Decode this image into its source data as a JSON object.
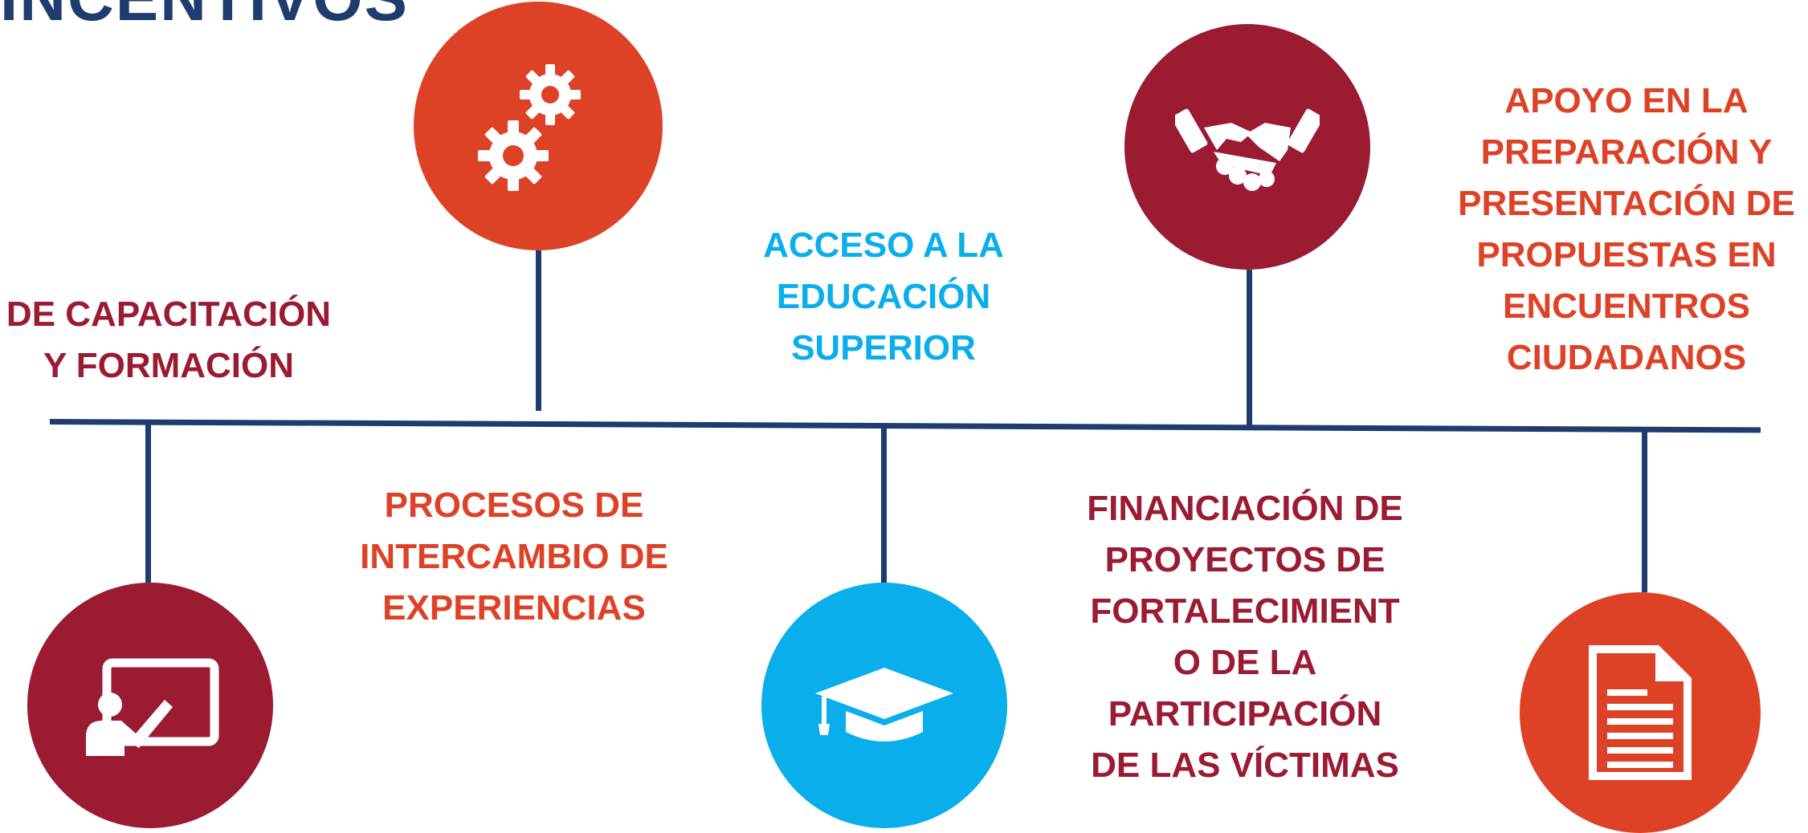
{
  "heading": "INCENTIVOS",
  "colors": {
    "line": "#1f3c6e",
    "maroon": "#9a1b32",
    "orange": "#de4226",
    "cyan": "#0aaeeb"
  },
  "items": [
    {
      "icon": "teacher-board-icon",
      "lines": [
        "DE CAPACITACIÓN",
        "Y FORMACIÓN"
      ]
    },
    {
      "icon": "gears-icon",
      "lines": [
        "PROCESOS DE",
        "INTERCAMBIO DE",
        "EXPERIENCIAS"
      ]
    },
    {
      "icon": "graduation-cap-icon",
      "lines": [
        "ACCESO A LA",
        "EDUCACIÓN",
        "SUPERIOR"
      ]
    },
    {
      "icon": "handshake-icon",
      "lines": [
        "FINANCIACIÓN DE",
        "PROYECTOS DE",
        "FORTALECIMIENT",
        "O DE LA",
        "PARTICIPACIÓN",
        "DE LAS VÍCTIMAS"
      ]
    },
    {
      "icon": "document-icon",
      "lines": [
        "APOYO EN LA",
        "PREPARACIÓN Y",
        "PRESENTACIÓN DE",
        "PROPUESTAS EN",
        "ENCUENTROS",
        "CIUDADANOS"
      ]
    }
  ]
}
